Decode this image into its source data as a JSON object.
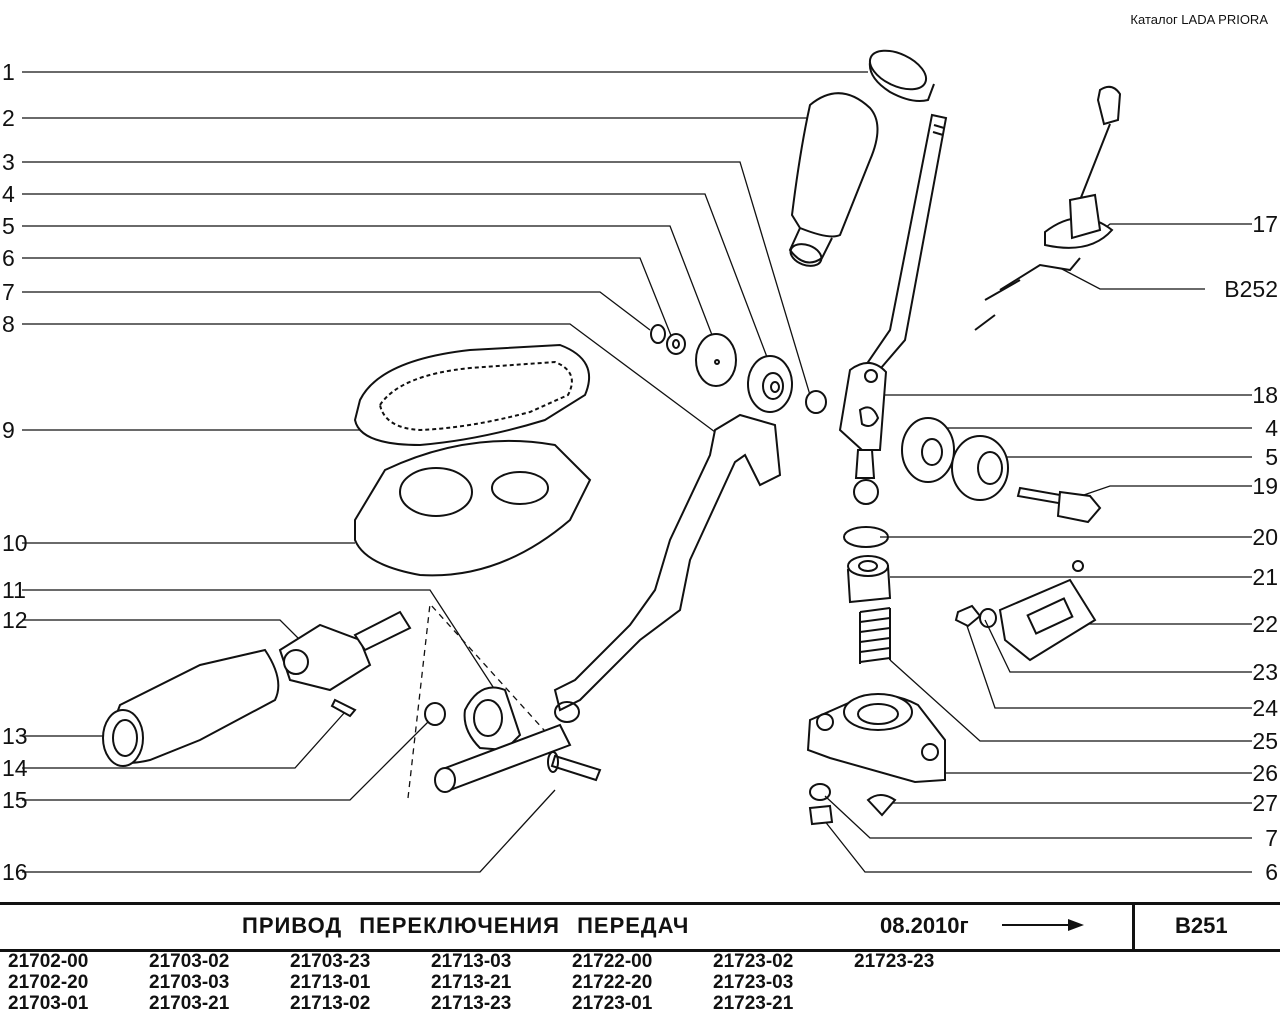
{
  "header": {
    "catalog": "Каталог  LADA  PRIORA"
  },
  "labels_left": [
    "1",
    "2",
    "3",
    "4",
    "5",
    "6",
    "7",
    "8",
    "9",
    "10",
    "11",
    "12",
    "13",
    "14",
    "15",
    "16"
  ],
  "labels_right": [
    "17",
    "B252",
    "18",
    "4",
    "5",
    "19",
    "20",
    "21",
    "22",
    "23",
    "24",
    "25",
    "26",
    "27",
    "7",
    "6"
  ],
  "footer": {
    "title": "ПРИВОД   ПЕРЕКЛЮЧЕНИЯ   ПЕРЕДАЧ",
    "date": "08.2010г",
    "code": "B251",
    "models": [
      "21702-00",
      "21703-02",
      "21703-23",
      "21713-03",
      "21722-00",
      "21723-02",
      "21723-23",
      "21702-20",
      "21703-03",
      "21713-01",
      "21713-21",
      "21722-20",
      "21723-03",
      "",
      "21703-01",
      "21703-21",
      "21713-02",
      "21713-23",
      "21723-01",
      "21723-21",
      ""
    ]
  }
}
